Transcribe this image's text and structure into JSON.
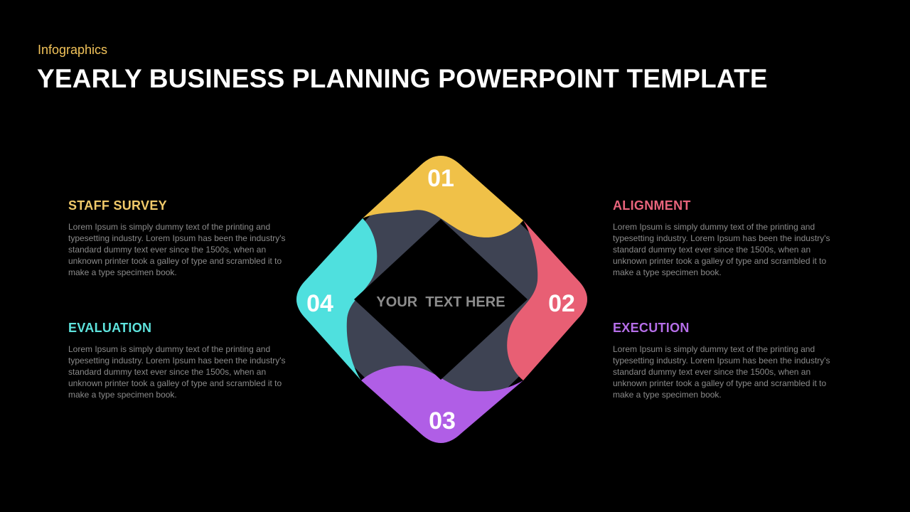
{
  "header": {
    "eyebrow": "Infographics",
    "title": "YEARLY BUSINESS PLANNING POWERPOINT TEMPLATE"
  },
  "diagram": {
    "center_text": "YOUR  TEXT HERE",
    "segments": [
      {
        "number": "01",
        "color": "#f0c148",
        "position": "top"
      },
      {
        "number": "02",
        "color": "#e85f74",
        "position": "right"
      },
      {
        "number": "03",
        "color": "#b05ee6",
        "position": "bottom"
      },
      {
        "number": "04",
        "color": "#4fe0de",
        "position": "left"
      }
    ],
    "band_color": "#3e4353",
    "inner_color": "#000000"
  },
  "blocks": [
    {
      "heading": "STAFF SURVEY",
      "color": "#f0c96a",
      "body": "Lorem Ipsum is simply dummy text of the printing and typesetting industry. Lorem Ipsum has been the industry's standard dummy text ever  since the 1500s, when an unknown printer took a galley of type and scrambled it to make a type specimen book."
    },
    {
      "heading": "ALIGNMENT",
      "color": "#e8647c",
      "body": "Lorem Ipsum is simply dummy text of the printing and typesetting industry. Lorem Ipsum has been the industry's standard dummy text ever  since the 1500s, when an unknown printer took a galley of type and scrambled it to make a type specimen book."
    },
    {
      "heading": "EVALUATION",
      "color": "#5ee3dd",
      "body": "Lorem Ipsum is simply dummy text of the printing and typesetting industry. Lorem Ipsum has been the industry's standard dummy text ever  since the 1500s, when an unknown printer took a galley of type and scrambled it to make a type specimen book."
    },
    {
      "heading": "EXECUTION",
      "color": "#b56ee8",
      "body": "Lorem Ipsum is simply dummy text of the printing and typesetting industry. Lorem Ipsum has been the industry's standard dummy text ever  since the 1500s, when an unknown printer took a galley of type and scrambled it to make a type specimen book."
    }
  ]
}
